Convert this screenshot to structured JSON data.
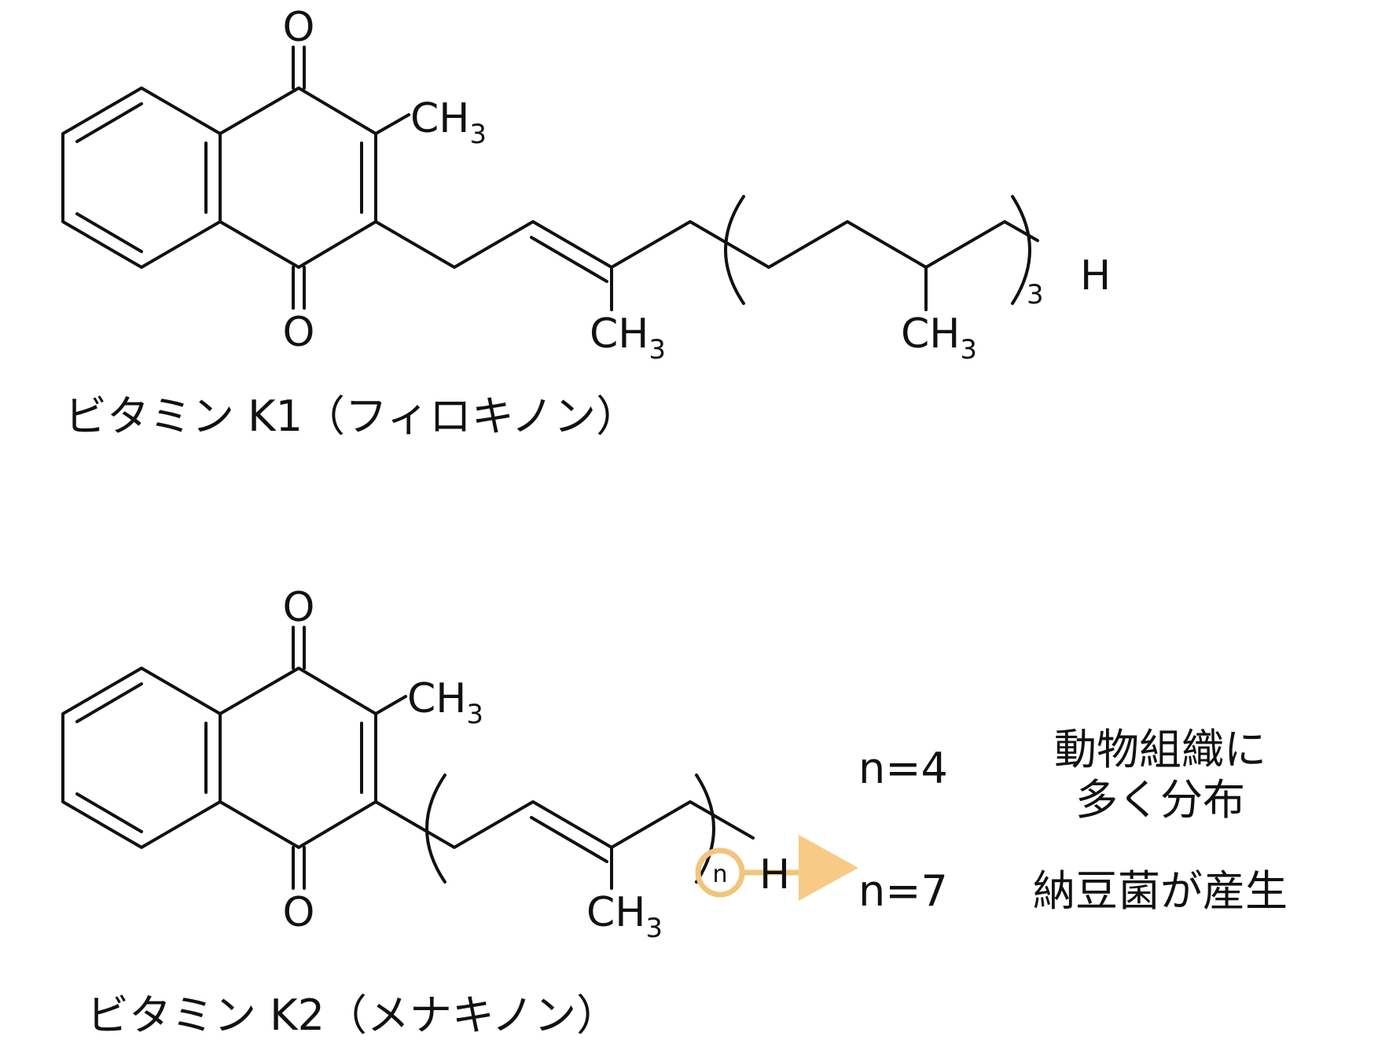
{
  "k1": {
    "caption": "ビタミン K1（フィロキノン）",
    "atoms": {
      "o": "O",
      "ch": "CH",
      "three": "3",
      "h": "H"
    },
    "repeat_subscript": "3"
  },
  "k2": {
    "caption": "ビタミン K2（メナキノン）",
    "atoms": {
      "o": "O",
      "ch": "CH",
      "three": "3",
      "h": "H"
    },
    "repeat_subscript": "n"
  },
  "variants": [
    {
      "n_label": "n=4",
      "description_lines": [
        "動物組織に",
        "多く分布"
      ]
    },
    {
      "n_label": "n=7",
      "description_lines": [
        "納豆菌が産生"
      ]
    }
  ],
  "colors": {
    "ink": "#111111",
    "highlight": "#f2c47c"
  }
}
